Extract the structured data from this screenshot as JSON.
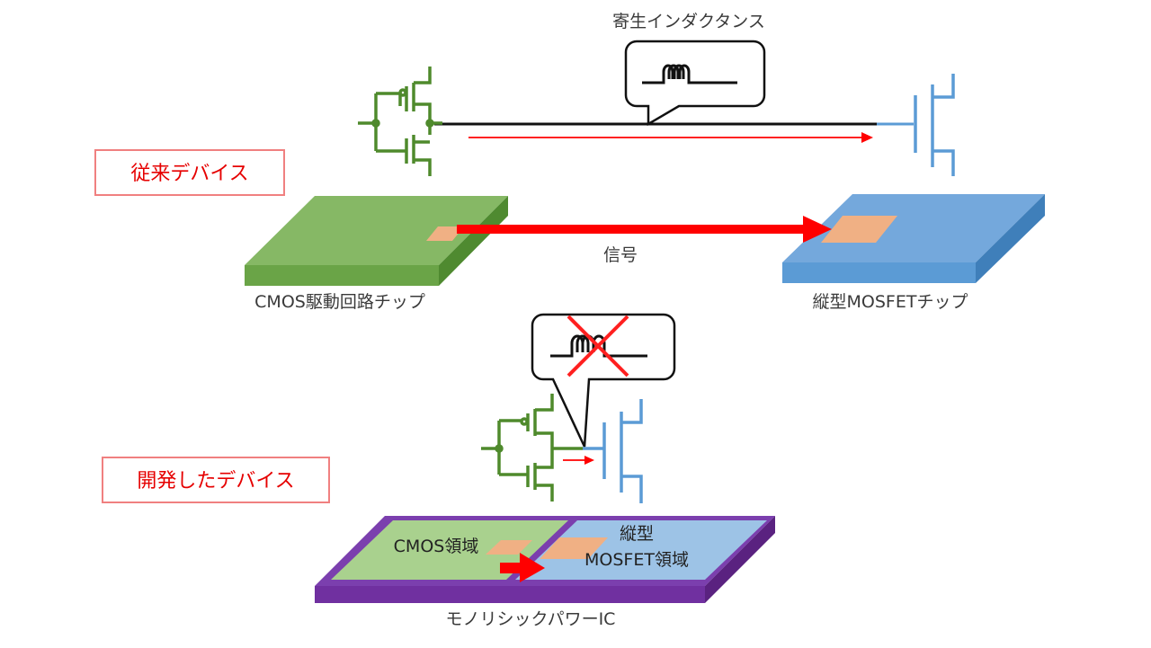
{
  "colors": {
    "cmos_green": "#4f8a2c",
    "chip_green_top": "#86b865",
    "chip_green_side": "#6aa447",
    "mosfet_blue": "#5b9bd5",
    "chip_blue_top": "#74a8dc",
    "chip_blue_side": "#5290cc",
    "pad": "#f0b084",
    "signal_red": "#ff0000",
    "ic_purple": "#7030a0",
    "region_green": "#a9d18e",
    "region_blue": "#9dc3e6"
  },
  "conventional": {
    "tag": "従来デバイス",
    "inductance_label": "寄生インダクタンス",
    "inductor_icon": "inductor-symbol",
    "signal_label": "信号",
    "cmos_chip_label": "CMOS駆動回路チップ",
    "mosfet_chip_label": "縦型MOSFETチップ"
  },
  "developed": {
    "tag": "開発したデバイス",
    "inductor_icon": "inductor-symbol-crossed",
    "cmos_region_label": "CMOS領域",
    "mosfet_region_label_line1": "縦型",
    "mosfet_region_label_line2": "MOSFET領域",
    "ic_label": "モノリシックパワーIC"
  }
}
